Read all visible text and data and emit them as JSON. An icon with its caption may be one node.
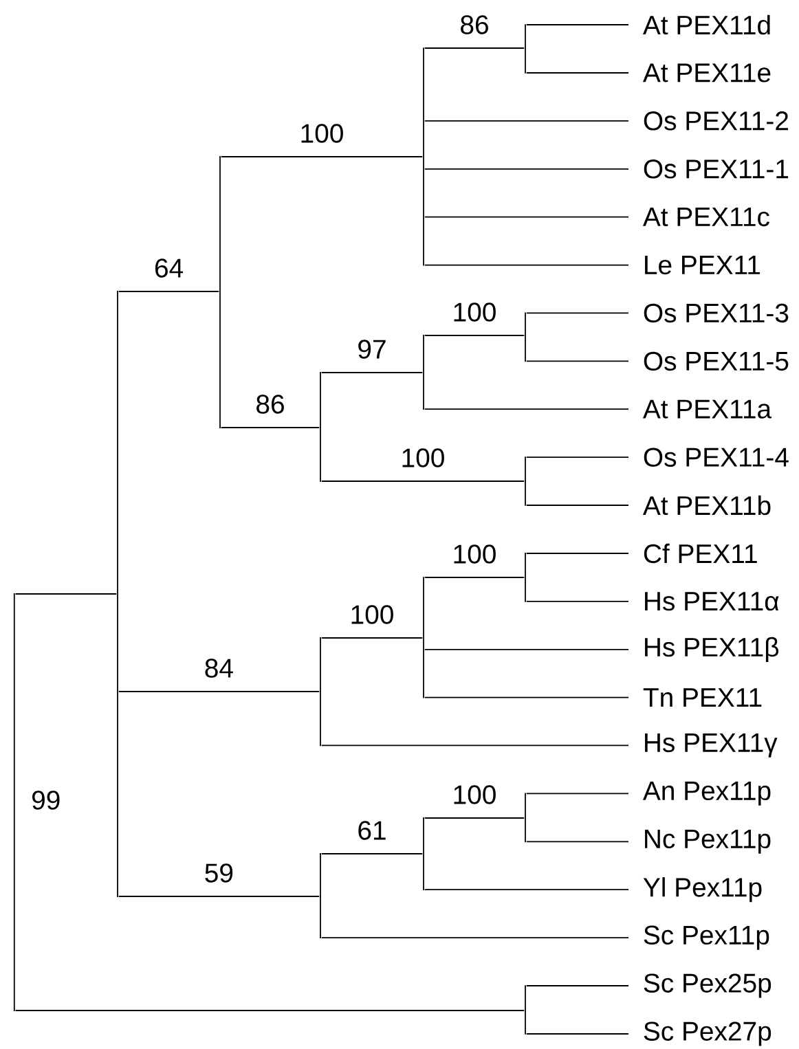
{
  "diagram": {
    "nodes": [
      {
        "text": [],
        "shape": "bar",
        "beside": [
          "99"
        ]
      },
      {
        "text": [],
        "shape": "bar"
      },
      {
        "text": [],
        "shape": "bar"
      },
      {
        "text": [],
        "shape": "bar"
      },
      {
        "text": [],
        "shape": "bar"
      },
      {
        "text": [
          "At PEX11d"
        ]
      },
      {
        "text": [
          "At PEX11e"
        ]
      },
      {
        "text": [
          "Os PEX11-2"
        ]
      },
      {
        "text": [
          "Os PEX11-1"
        ]
      },
      {
        "text": [
          "At PEX11c"
        ]
      },
      {
        "text": [
          "Le PEX11"
        ]
      },
      {
        "text": [],
        "shape": "bar"
      },
      {
        "text": [],
        "shape": "bar"
      },
      {
        "text": [],
        "shape": "bar"
      },
      {
        "text": [
          "Os PEX11-3"
        ]
      },
      {
        "text": [
          "Os PEX11-5"
        ]
      },
      {
        "text": [
          "At PEX11a"
        ]
      },
      {
        "text": [],
        "shape": "bar"
      },
      {
        "text": [
          "Os PEX11-4"
        ]
      },
      {
        "text": [
          "At PEX11b"
        ]
      },
      {
        "text": [],
        "shape": "bar"
      },
      {
        "text": [],
        "shape": "bar"
      },
      {
        "text": [],
        "shape": "bar"
      },
      {
        "text": [
          "Cf PEX11"
        ]
      },
      {
        "text": [
          "Hs PEX11α"
        ]
      },
      {
        "text": [
          "Hs PEX11β"
        ]
      },
      {
        "text": [
          "Tn PEX11"
        ]
      },
      {
        "text": [
          "Hs PEX11γ"
        ]
      },
      {
        "text": [],
        "shape": "bar"
      },
      {
        "text": [],
        "shape": "bar"
      },
      {
        "text": [],
        "shape": "bar"
      },
      {
        "text": [
          "An Pex11p"
        ]
      },
      {
        "text": [
          "Nc Pex11p"
        ]
      },
      {
        "text": [
          "Yl Pex11p"
        ]
      },
      {
        "text": [
          "Sc Pex11p"
        ]
      },
      {
        "text": [],
        "shape": "bar"
      },
      {
        "text": [
          "Sc Pex25p"
        ]
      },
      {
        "text": [
          "Sc Pex27p"
        ]
      }
    ],
    "edges": [
      {
        "from": 0,
        "to": 1,
        "arrow": "none"
      },
      {
        "from": 0,
        "to": 35,
        "arrow": "none"
      },
      {
        "from": 1,
        "to": 2,
        "arrow": "none",
        "label": "64"
      },
      {
        "from": 1,
        "to": 20,
        "arrow": "none",
        "label": "84"
      },
      {
        "from": 1,
        "to": 28,
        "arrow": "none",
        "label": "59"
      },
      {
        "from": 2,
        "to": 3,
        "arrow": "none",
        "label": "100"
      },
      {
        "from": 2,
        "to": 11,
        "arrow": "none",
        "label": "86"
      },
      {
        "from": 3,
        "to": 4,
        "arrow": "none",
        "label": "86"
      },
      {
        "from": 3,
        "to": 7,
        "arrow": "none"
      },
      {
        "from": 3,
        "to": 8,
        "arrow": "none"
      },
      {
        "from": 3,
        "to": 9,
        "arrow": "none"
      },
      {
        "from": 3,
        "to": 10,
        "arrow": "none"
      },
      {
        "from": 4,
        "to": 5,
        "arrow": "none"
      },
      {
        "from": 4,
        "to": 6,
        "arrow": "none"
      },
      {
        "from": 11,
        "to": 12,
        "arrow": "none",
        "label": "97"
      },
      {
        "from": 11,
        "to": 17,
        "arrow": "none",
        "label": "100"
      },
      {
        "from": 12,
        "to": 13,
        "arrow": "none",
        "label": "100"
      },
      {
        "from": 12,
        "to": 16,
        "arrow": "none"
      },
      {
        "from": 13,
        "to": 14,
        "arrow": "none"
      },
      {
        "from": 13,
        "to": 15,
        "arrow": "none"
      },
      {
        "from": 17,
        "to": 18,
        "arrow": "none"
      },
      {
        "from": 17,
        "to": 19,
        "arrow": "none"
      },
      {
        "from": 20,
        "to": 21,
        "arrow": "none",
        "label": "100"
      },
      {
        "from": 20,
        "to": 27,
        "arrow": "none"
      },
      {
        "from": 21,
        "to": 22,
        "arrow": "none",
        "label": "100"
      },
      {
        "from": 21,
        "to": 25,
        "arrow": "none"
      },
      {
        "from": 21,
        "to": 26,
        "arrow": "none"
      },
      {
        "from": 22,
        "to": 23,
        "arrow": "none"
      },
      {
        "from": 22,
        "to": 24,
        "arrow": "none"
      },
      {
        "from": 28,
        "to": 29,
        "arrow": "none",
        "label": "61"
      },
      {
        "from": 28,
        "to": 34,
        "arrow": "none"
      },
      {
        "from": 29,
        "to": 30,
        "arrow": "none",
        "label": "100"
      },
      {
        "from": 29,
        "to": 33,
        "arrow": "none"
      },
      {
        "from": 30,
        "to": 31,
        "arrow": "none"
      },
      {
        "from": 30,
        "to": 32,
        "arrow": "none"
      },
      {
        "from": 35,
        "to": 36,
        "arrow": "none"
      },
      {
        "from": 35,
        "to": 37,
        "arrow": "none"
      }
    ]
  }
}
